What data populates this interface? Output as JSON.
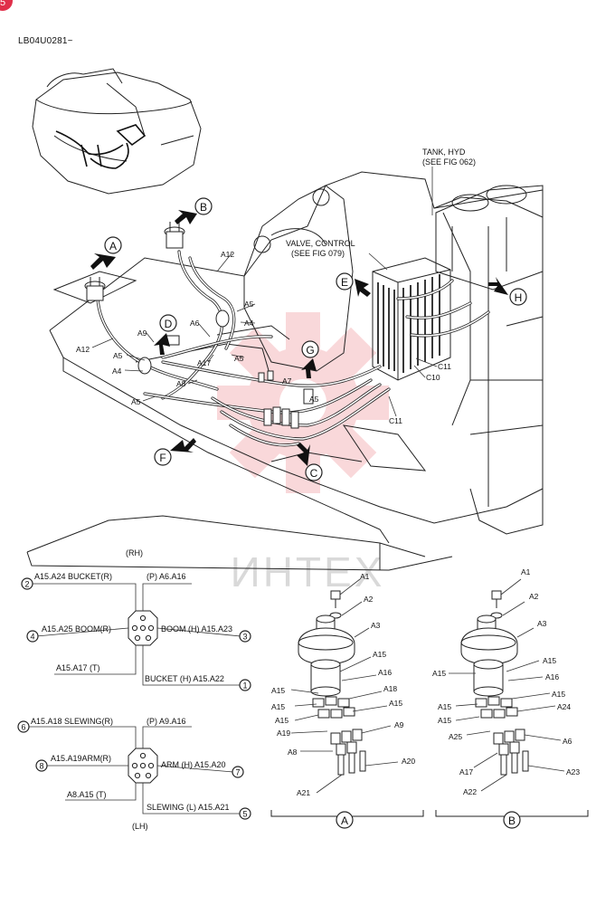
{
  "document": {
    "code": "LB04U0281~",
    "page_badge": "5"
  },
  "watermark": {
    "text": "ИНТЕХ",
    "color": "#e8505b"
  },
  "main_view": {
    "callouts": {
      "tank": [
        "TANK, HYD",
        "(SEE FIG 062)"
      ],
      "valve": [
        "VALVE, CONTROL",
        "(SEE FIG 079)"
      ]
    },
    "view_letters": [
      "A",
      "B",
      "C",
      "D",
      "E",
      "F",
      "G",
      "H"
    ],
    "part_labels": [
      "A12",
      "A12",
      "A5",
      "A4",
      "A5",
      "A6",
      "A9",
      "A17",
      "A5",
      "A4",
      "A5",
      "A8",
      "A7",
      "A5",
      "C11",
      "C10",
      "C11"
    ]
  },
  "rh_schematic": {
    "title": "(RH)",
    "ports": [
      {
        "num": "2",
        "label": "A15.A24 BUCKET(R)"
      },
      {
        "num": "",
        "label": "(P) A6.A16"
      },
      {
        "num": "4",
        "label": "A15.A25 BOOM(R)"
      },
      {
        "num": "3",
        "label": "BOOM (H) A15.A23"
      },
      {
        "num": "",
        "label": "A15.A17 (T)"
      },
      {
        "num": "1",
        "label": "BUCKET (H) A15.A22"
      }
    ]
  },
  "lh_schematic": {
    "title": "(LH)",
    "ports": [
      {
        "num": "6",
        "label": "A15.A18 SLEWING(R)"
      },
      {
        "num": "",
        "label": "(P) A9.A16"
      },
      {
        "num": "8",
        "label": "A15.A19ARM(R)"
      },
      {
        "num": "7",
        "label": "ARM (H) A15.A20"
      },
      {
        "num": "",
        "label": "A8.A15  (T)"
      },
      {
        "num": "5",
        "label": "SLEWING (L)  A15.A21"
      }
    ]
  },
  "detail_a": {
    "caption": "A",
    "labels": [
      "A1",
      "A2",
      "A3",
      "A15",
      "A16",
      "A15",
      "A15",
      "A18",
      "A15",
      "A15",
      "A19",
      "A9",
      "A8",
      "A20",
      "A21"
    ]
  },
  "detail_b": {
    "caption": "B",
    "labels": [
      "A1",
      "A2",
      "A3",
      "A15",
      "A15",
      "A16",
      "A15",
      "A24",
      "A15",
      "A15",
      "A25",
      "A6",
      "A17",
      "A23",
      "A22"
    ]
  }
}
